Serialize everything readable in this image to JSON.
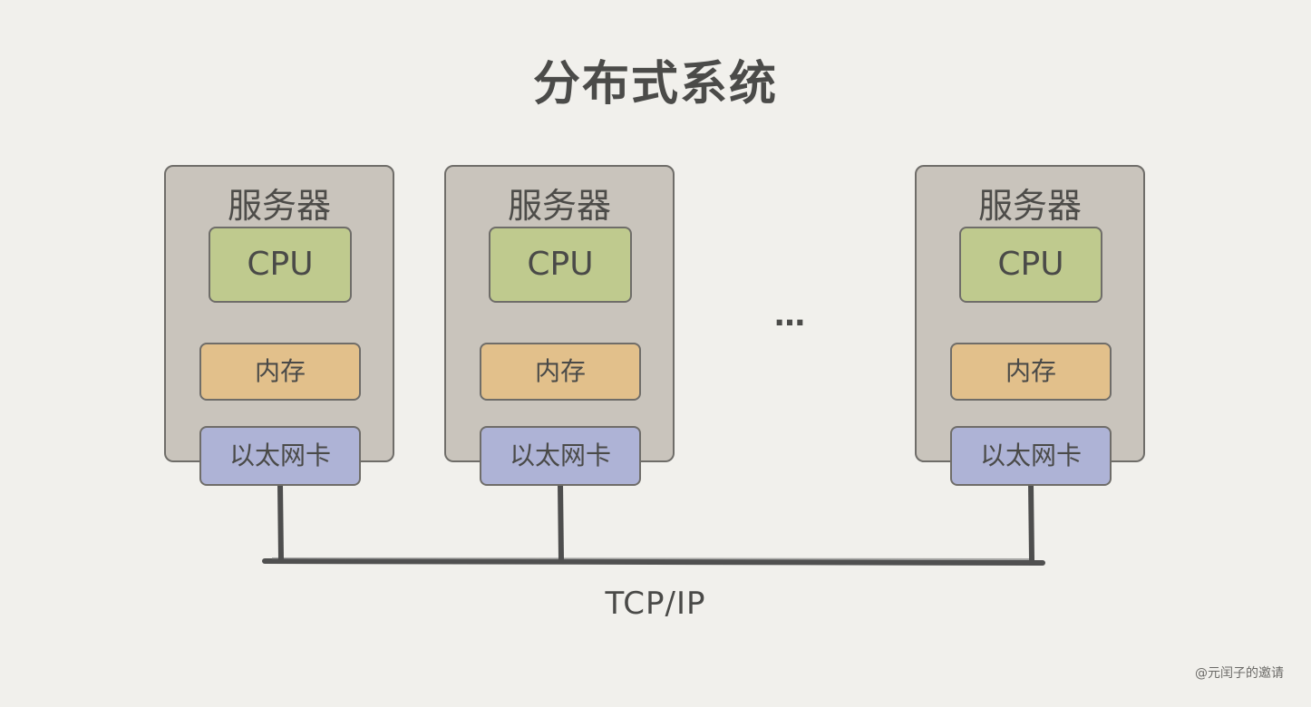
{
  "title": "分布式系统",
  "servers": [
    {
      "label": "服务器",
      "cpu": "CPU",
      "memory": "内存",
      "nic": "以太网卡"
    },
    {
      "label": "服务器",
      "cpu": "CPU",
      "memory": "内存",
      "nic": "以太网卡"
    },
    {
      "label": "服务器",
      "cpu": "CPU",
      "memory": "内存",
      "nic": "以太网卡"
    }
  ],
  "ellipsis": "…",
  "network_label": "TCP/IP",
  "watermark": "@元闰子的邀请",
  "colors": {
    "server_bg": "#c9c4bc",
    "cpu": "#bfca8e",
    "memory": "#e2c08b",
    "nic": "#aeb3d6",
    "arrow": "#7c8a4a",
    "cable": "#505050"
  }
}
